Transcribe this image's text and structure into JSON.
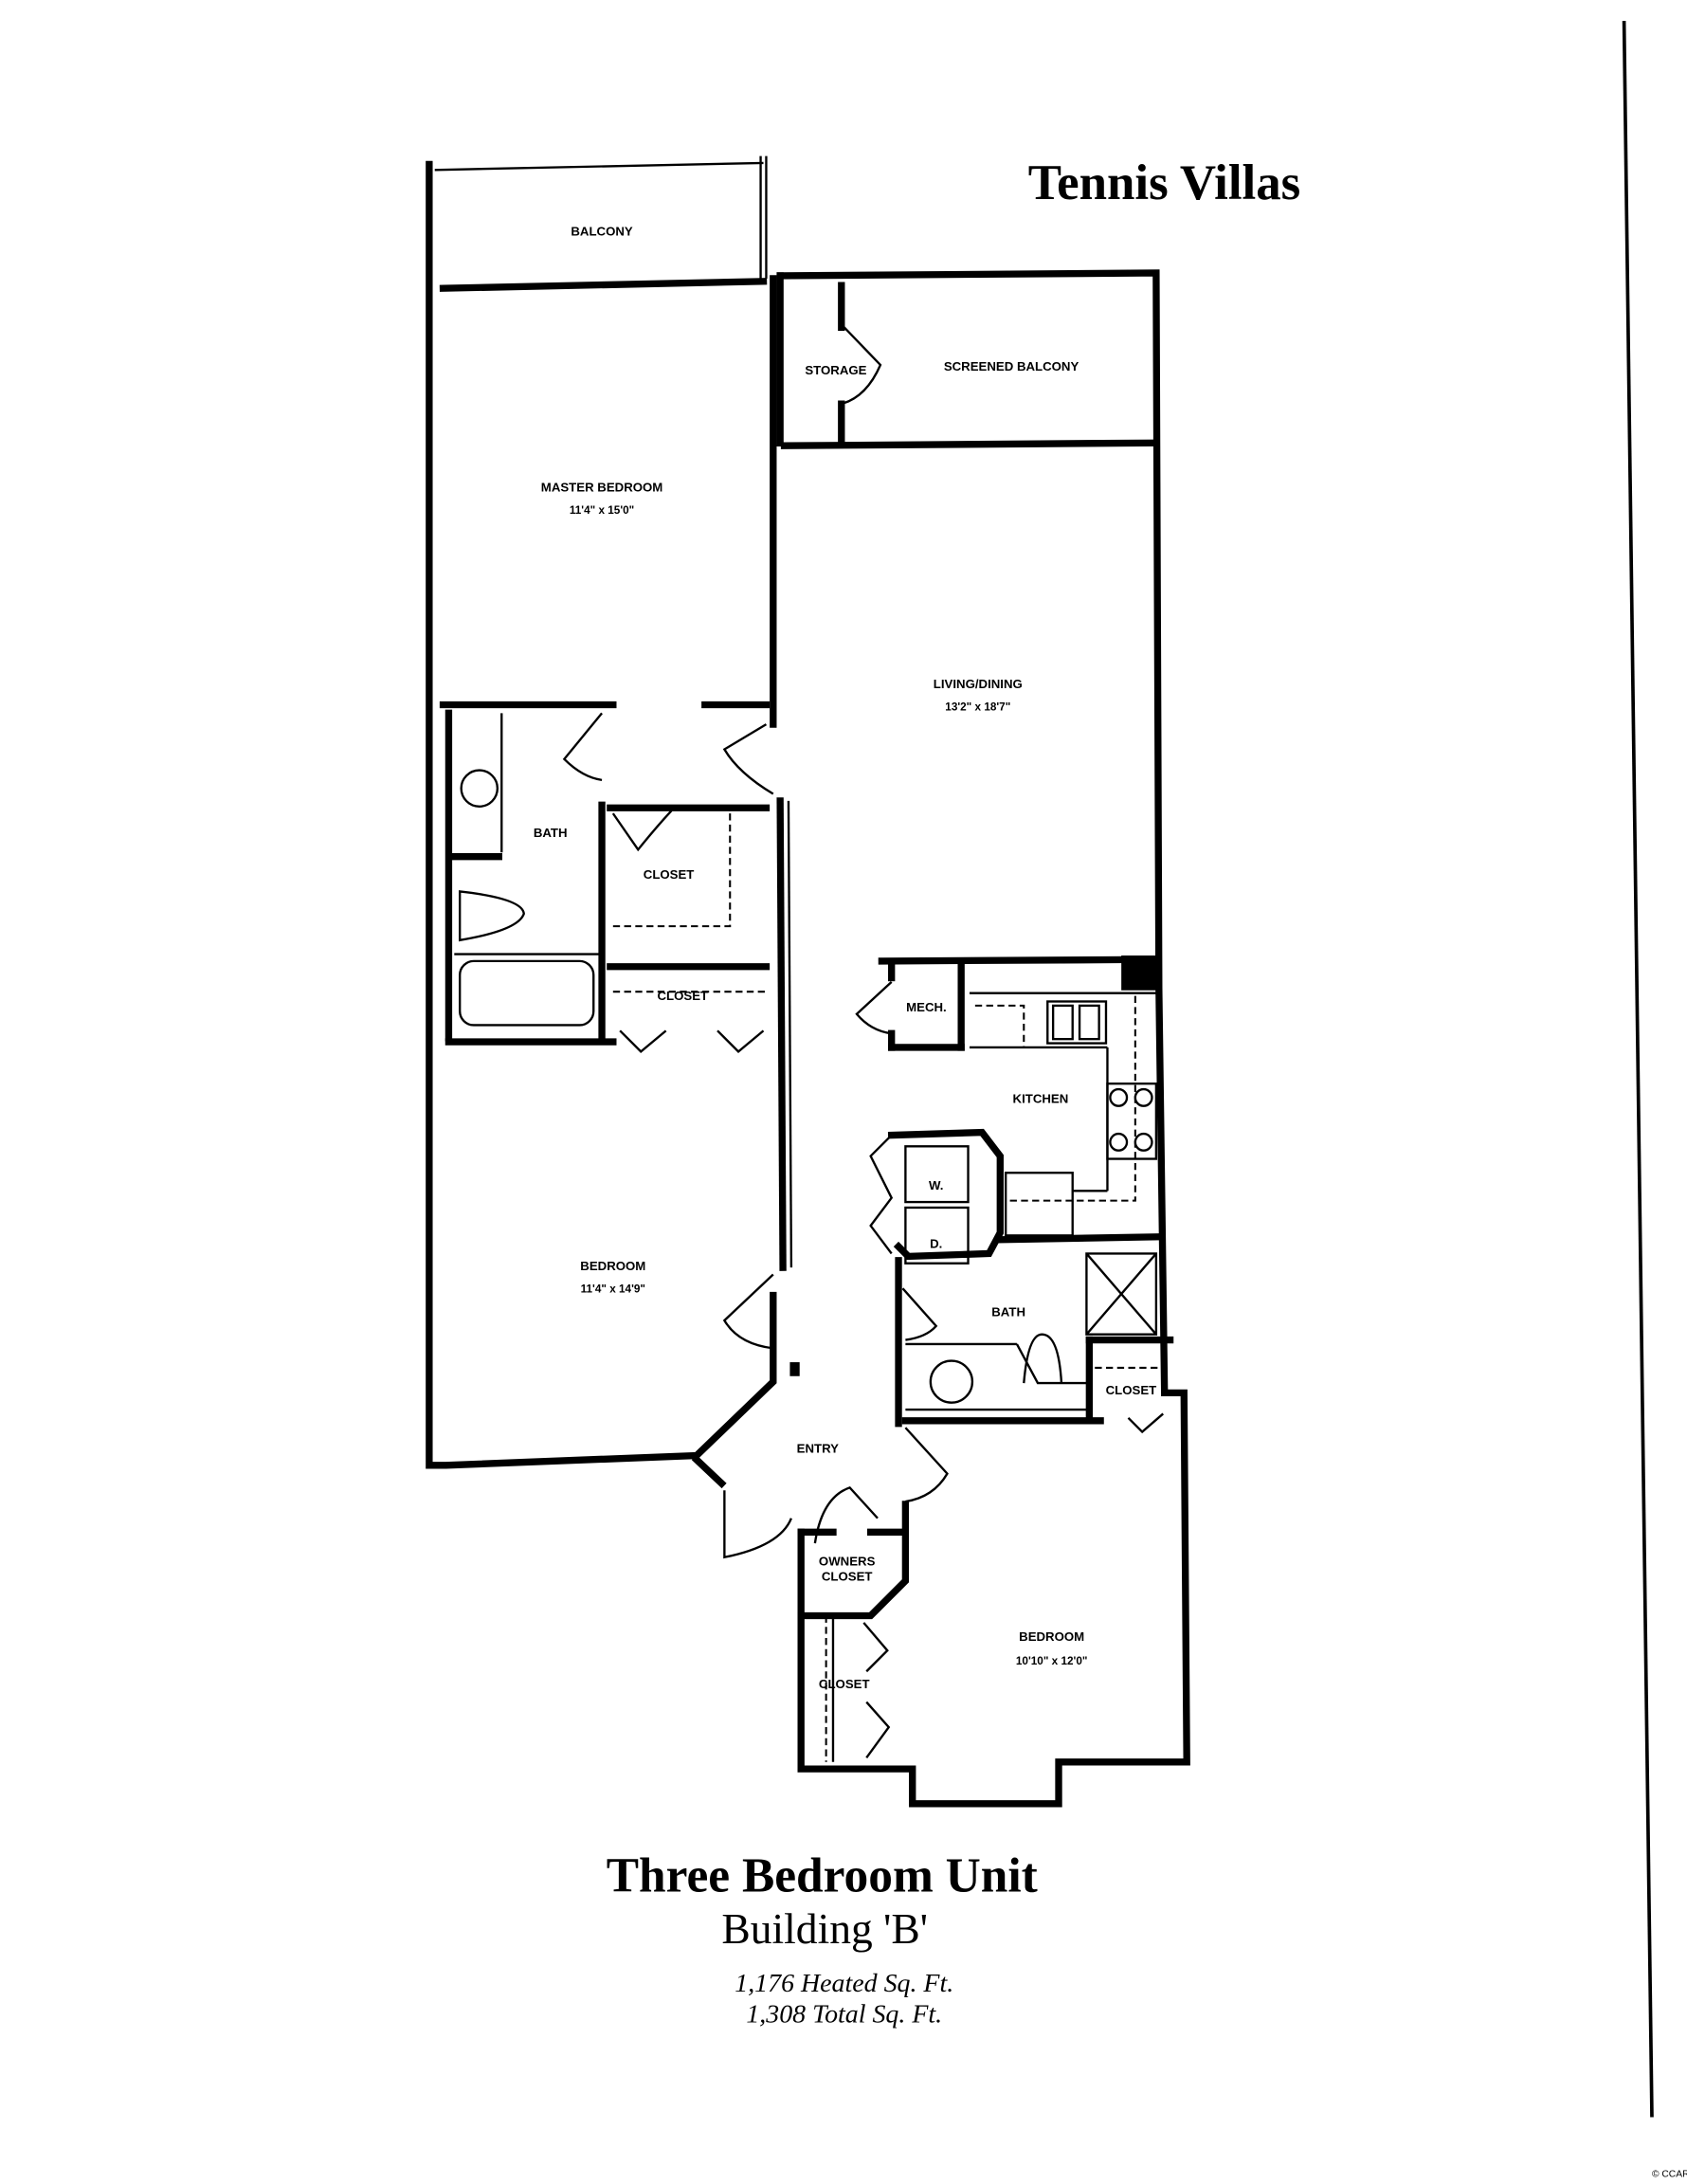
{
  "title": "Tennis Villas",
  "unit": {
    "name": "Three Bedroom Unit",
    "building": "Building 'B'",
    "heated_sqft": "1,176 Heated Sq. Ft.",
    "total_sqft": "1,308 Total Sq. Ft."
  },
  "rooms": {
    "balcony": "BALCONY",
    "storage": "STORAGE",
    "screened_balcony": "SCREENED BALCONY",
    "master_bedroom": "MASTER BEDROOM",
    "master_bedroom_dim": "11'4\" x 15'0\"",
    "living_dining": "LIVING/DINING",
    "living_dining_dim": "13'2\" x 18'7\"",
    "bath_1": "BATH",
    "closet_1": "CLOSET",
    "closet_2": "CLOSET",
    "mech": "MECH.",
    "kitchen": "KITCHEN",
    "washer": "W.",
    "dryer": "D.",
    "bedroom_2": "BEDROOM",
    "bedroom_2_dim": "11'4\" x 14'9\"",
    "bath_2": "BATH",
    "closet_3": "CLOSET",
    "entry": "ENTRY",
    "owners_closet_1": "OWNERS",
    "owners_closet_2": "CLOSET",
    "closet_4": "CLOSET",
    "bedroom_3": "BEDROOM",
    "bedroom_3_dim": "10'10\" x 12'0\""
  },
  "copyright": "© CCAR"
}
